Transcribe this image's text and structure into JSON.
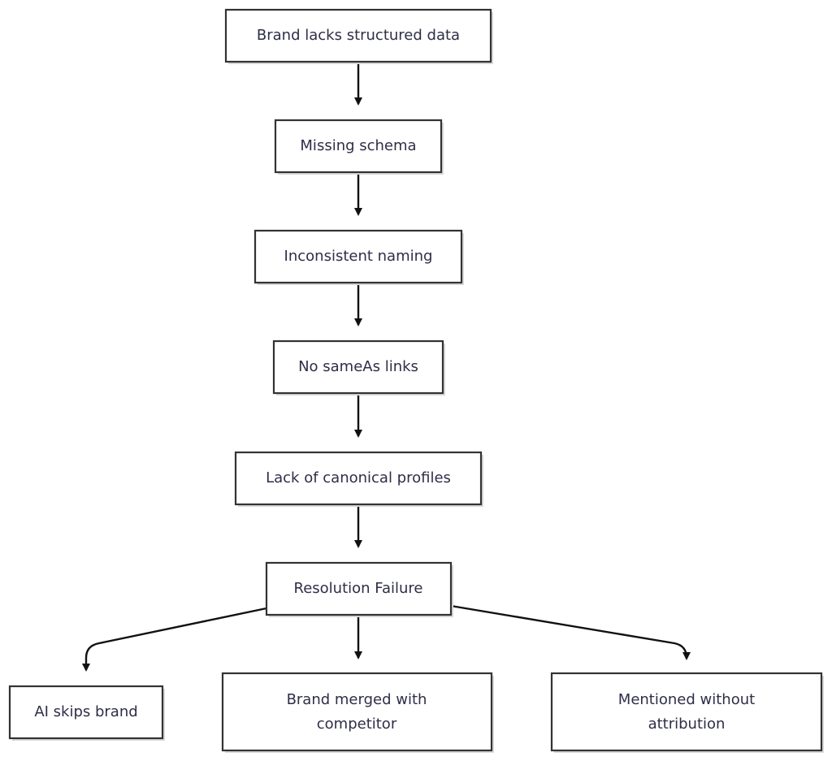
{
  "nodes": {
    "brand_lacks": "Brand lacks structured data",
    "missing_schema": "Missing schema",
    "inconsistent_naming": "Inconsistent naming",
    "no_sameas": "No sameAs links",
    "lack_canonical": "Lack of canonical profiles",
    "resolution_failure": "Resolution Failure",
    "ai_skips": "AI skips brand",
    "merged_line1": "Brand merged with",
    "merged_line2": "competitor",
    "mentioned_line1": "Mentioned without",
    "mentioned_line2": "attribution"
  }
}
